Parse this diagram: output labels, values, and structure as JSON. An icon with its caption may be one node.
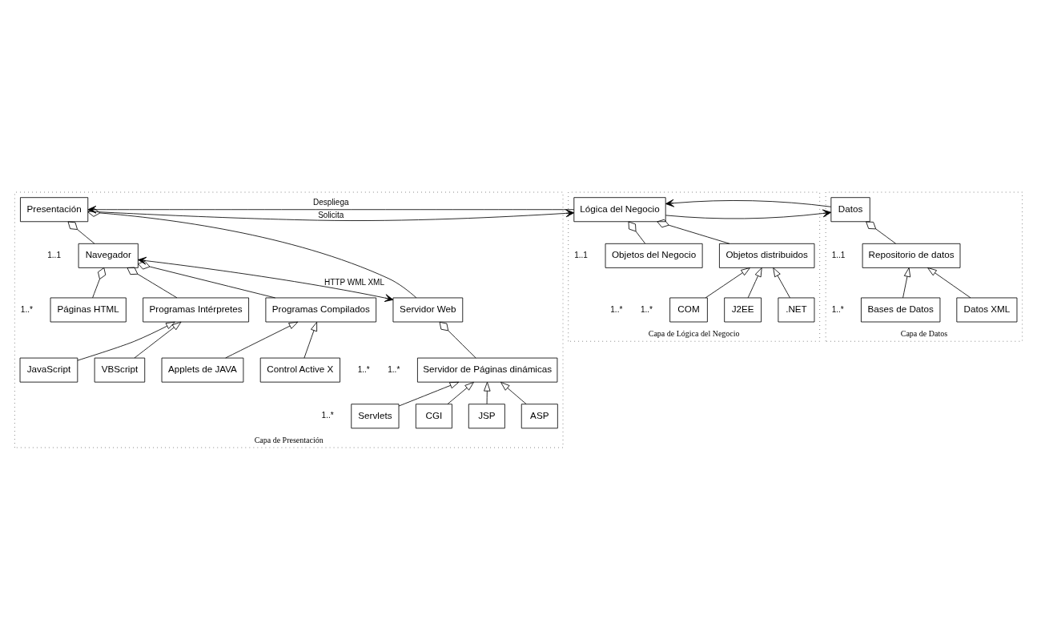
{
  "diagram": {
    "nodes": [
      {
        "text": [
          "Capa de Presentación"
        ]
      },
      {
        "text": [
          "Presentación"
        ],
        "in": 0
      },
      {
        "text": [
          "Navegador"
        ],
        "in": 0
      },
      {
        "text": [
          "Páginas HTML"
        ],
        "in": 0
      },
      {
        "text": [
          "Programas Intérpretes"
        ],
        "in": 0
      },
      {
        "text": [
          "Programas Compilados"
        ],
        "in": 0
      },
      {
        "text": [
          "JavaScript"
        ],
        "in": 0
      },
      {
        "text": [
          "VBScript"
        ],
        "in": 0
      },
      {
        "text": [
          "Applets de JAVA"
        ],
        "in": 0
      },
      {
        "text": [
          "Control Active X"
        ],
        "in": 0
      },
      {
        "text": [
          "Servidor Web"
        ],
        "in": 0
      },
      {
        "text": [
          "Servidor de Páginas dinámicas"
        ],
        "in": 0
      },
      {
        "text": [
          "Servlets"
        ],
        "in": 0
      },
      {
        "text": [
          "CGI"
        ],
        "in": 0
      },
      {
        "text": [
          "JSP"
        ],
        "in": 0
      },
      {
        "text": [
          "ASP"
        ],
        "in": 0
      },
      {
        "text": [
          "Capa de Lógica del Negocio"
        ]
      },
      {
        "text": [
          "Lógica del Negocio"
        ],
        "in": 16
      },
      {
        "text": [
          "Objetos del Negocio"
        ],
        "in": 16
      },
      {
        "text": [
          "Objetos distribuidos"
        ],
        "in": 16
      },
      {
        "text": [
          "COM"
        ],
        "in": 16
      },
      {
        "text": [
          "J2EE"
        ],
        "in": 16
      },
      {
        "text": [
          ".NET"
        ],
        "in": 16
      },
      {
        "text": [
          "Capa de Datos"
        ]
      },
      {
        "text": [
          "Datos"
        ],
        "in": 23
      },
      {
        "text": [
          "Repositorio de datos"
        ],
        "in": 23
      },
      {
        "text": [
          "Bases de Datos"
        ],
        "in": 23
      },
      {
        "text": [
          "Datos XML"
        ],
        "in": 23
      }
    ],
    "edges": [
      {
        "from": 1,
        "to": 17,
        "arrow": "to",
        "label": "Solicita"
      },
      {
        "from": 17,
        "to": 1,
        "arrow": "to",
        "label": "Despliega"
      },
      {
        "from": 17,
        "to": 24,
        "arrow": "to"
      },
      {
        "from": 24,
        "to": 17,
        "arrow": "to"
      },
      {
        "from": 1,
        "to": 2,
        "arrow": "other"
      },
      {
        "from": 1,
        "to": 10,
        "arrow": "other"
      },
      {
        "from": 2,
        "to": 10,
        "arrow": "both",
        "label": "HTTP WML XML"
      },
      {
        "from": 2,
        "to": 3,
        "arrow": "other"
      },
      {
        "from": 2,
        "to": 4,
        "arrow": "other"
      },
      {
        "from": 2,
        "to": 5,
        "arrow": "other"
      },
      {
        "from": 6,
        "to": 4,
        "arrow": "to"
      },
      {
        "from": 7,
        "to": 4,
        "arrow": "to"
      },
      {
        "from": 8,
        "to": 5,
        "arrow": "to"
      },
      {
        "from": 9,
        "to": 5,
        "arrow": "to"
      },
      {
        "from": 10,
        "to": 11,
        "arrow": "other"
      },
      {
        "from": 12,
        "to": 11,
        "arrow": "to"
      },
      {
        "from": 13,
        "to": 11,
        "arrow": "to"
      },
      {
        "from": 14,
        "to": 11,
        "arrow": "to"
      },
      {
        "from": 15,
        "to": 11,
        "arrow": "to"
      },
      {
        "from": 17,
        "to": 18,
        "arrow": "other"
      },
      {
        "from": 17,
        "to": 19,
        "arrow": "other"
      },
      {
        "from": 20,
        "to": 19,
        "arrow": "to"
      },
      {
        "from": 21,
        "to": 19,
        "arrow": "to"
      },
      {
        "from": 22,
        "to": 19,
        "arrow": "to"
      },
      {
        "from": 24,
        "to": 25,
        "arrow": "other"
      },
      {
        "from": 26,
        "to": 25,
        "arrow": "to"
      },
      {
        "from": 27,
        "to": 25,
        "arrow": "to"
      }
    ],
    "labels": [
      "1..1",
      "1..1",
      "1..1",
      "1..*",
      "1..*",
      "1..*",
      "1..*",
      "1..*",
      "1..*",
      "1..*"
    ]
  }
}
